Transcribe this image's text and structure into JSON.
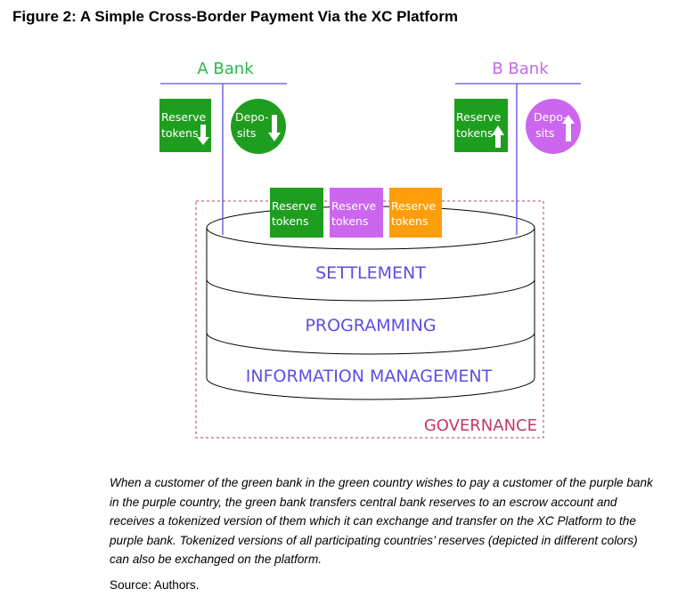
{
  "figure": {
    "title": "Figure 2: A Simple Cross-Border Payment Via the XC Platform",
    "caption": "When a customer of the green bank in the green country wishes to pay a customer of the purple bank in the purple country, the green bank transfers central bank reserves to an escrow account and receives a tokenized version of them which it can exchange and transfer on the XC Platform to the purple bank. Tokenized versions of all participating countries’ reserves (depicted in different colors) can also be exchanged on the platform.",
    "source": "Source: Authors."
  },
  "colors": {
    "green": "#1e9e1e",
    "green_label": "#2bb84a",
    "purple": "#cc66ee",
    "purple_label": "#c16ae8",
    "orange": "#ff9d0a",
    "blue_line": "#5b4fe0",
    "governance": "#c0396b"
  },
  "bank_a": {
    "name": "A Bank",
    "reserve_line1": "Reserve",
    "reserve_line2": "tokens",
    "deposit_line1": "Depo-",
    "deposit_line2": "sits",
    "arrow_direction": "down"
  },
  "bank_b": {
    "name": "B Bank",
    "reserve_line1": "Reserve",
    "reserve_line2": "tokens",
    "deposit_line1": "Depo-",
    "deposit_line2": "sits",
    "arrow_direction": "up"
  },
  "platform_tokens": [
    {
      "line1": "Reserve",
      "line2": "tokens",
      "color": "green"
    },
    {
      "line1": "Reserve",
      "line2": "tokens",
      "color": "purple"
    },
    {
      "line1": "Reserve",
      "line2": "tokens",
      "color": "orange"
    }
  ],
  "layers": {
    "settlement": "SETTLEMENT",
    "programming": "PROGRAMMING",
    "information": "INFORMATION MANAGEMENT"
  },
  "governance": "GOVERNANCE"
}
